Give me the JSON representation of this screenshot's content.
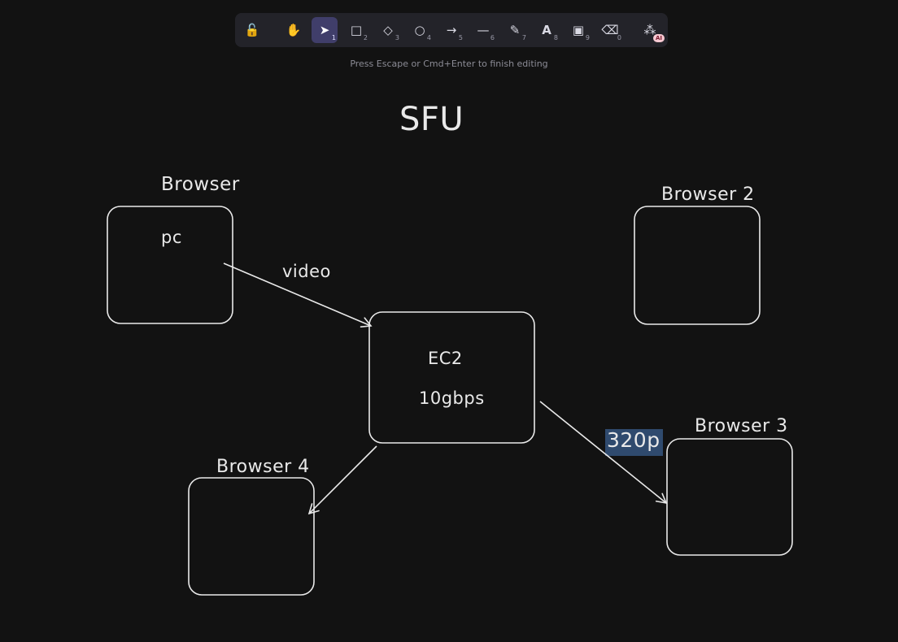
{
  "toolbar": {
    "tools": [
      {
        "name": "lock-icon",
        "glyph": "🔓",
        "key": ""
      },
      {
        "name": "hand-icon",
        "glyph": "✋",
        "key": ""
      },
      {
        "name": "selection-icon",
        "glyph": "➤",
        "key": "1",
        "active": true
      },
      {
        "name": "rectangle-icon",
        "glyph": "□",
        "key": "2"
      },
      {
        "name": "diamond-icon",
        "glyph": "◇",
        "key": "3"
      },
      {
        "name": "ellipse-icon",
        "glyph": "○",
        "key": "4"
      },
      {
        "name": "arrow-icon",
        "glyph": "→",
        "key": "5"
      },
      {
        "name": "line-icon",
        "glyph": "—",
        "key": "6"
      },
      {
        "name": "pencil-icon",
        "glyph": "✎",
        "key": "7"
      },
      {
        "name": "text-icon",
        "glyph": "A",
        "key": "8"
      },
      {
        "name": "image-icon",
        "glyph": "▣",
        "key": "9"
      },
      {
        "name": "eraser-icon",
        "glyph": "⌫",
        "key": "0"
      },
      {
        "name": "more-tools-icon",
        "glyph": "⁂",
        "key": "",
        "badge": "AI"
      }
    ]
  },
  "hint": "Press Escape or Cmd+Enter to finish editing",
  "canvas": {
    "title": "SFU",
    "browser1_label": "Browser",
    "browser1_inner": "pc",
    "arrow_label": "video",
    "server_line1": "EC2",
    "server_line2": "10gbps",
    "browser2_label": "Browser 2",
    "browser3_label": "Browser 3",
    "browser4_label": "Browser 4",
    "edit_text": "320p"
  },
  "colors": {
    "background": "#121212",
    "stroke": "#e9e9e9",
    "toolbar": "#232329",
    "active_tool": "#403e6a",
    "selection": "#2f4a6e"
  }
}
